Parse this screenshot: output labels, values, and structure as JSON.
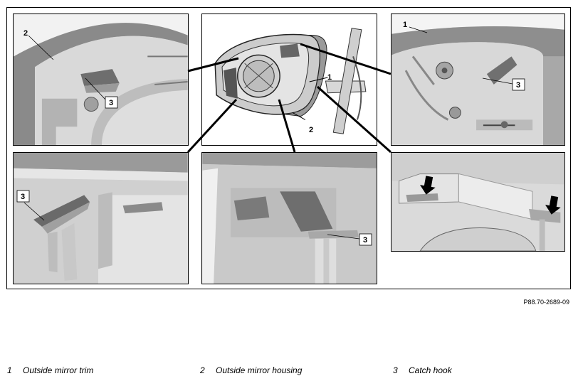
{
  "figure_code": "P88.70-2689-09",
  "panels": {
    "top_left": {
      "labels": [
        "2",
        "3"
      ]
    },
    "center": {
      "labels": [
        "1",
        "2"
      ]
    },
    "top_right": {
      "labels": [
        "1",
        "3"
      ]
    },
    "bottom_left": {
      "labels": [
        "3"
      ]
    },
    "bottom_mid": {
      "labels": [
        "3"
      ]
    },
    "bottom_right": {
      "labels": []
    }
  },
  "legend": [
    {
      "number": "1",
      "text": "Outside mirror trim"
    },
    {
      "number": "2",
      "text": "Outside mirror housing"
    },
    {
      "number": "3",
      "text": "Catch hook"
    }
  ]
}
